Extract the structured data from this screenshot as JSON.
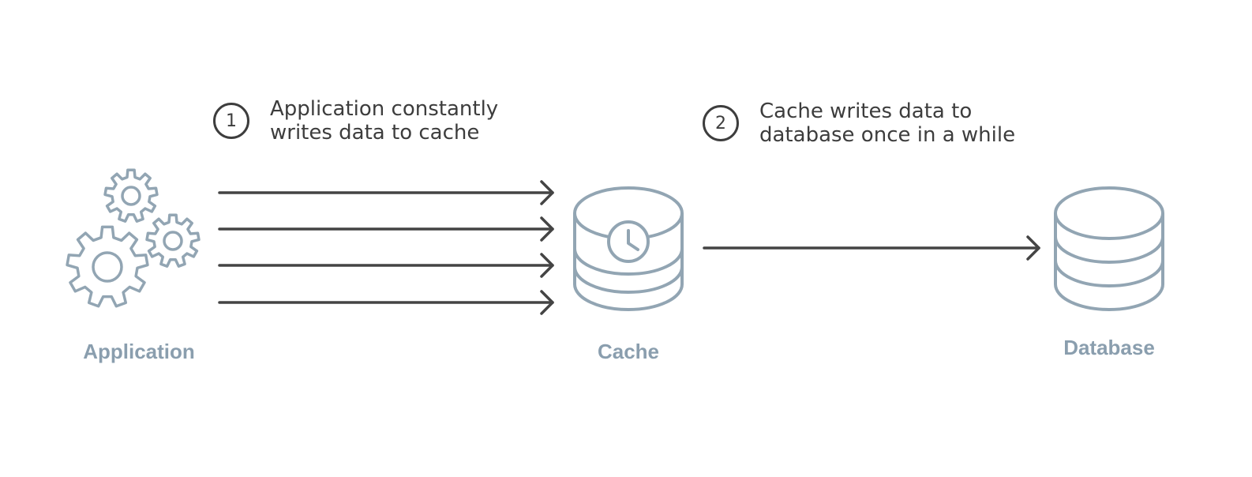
{
  "colors": {
    "icon": "#92a5b3",
    "arrow": "#444444",
    "text": "#3d3d3d",
    "label": "#8a9eae"
  },
  "nodes": {
    "application": {
      "label": "Application",
      "icon": "gears-icon"
    },
    "cache": {
      "label": "Cache",
      "icon": "cache-database-clock-icon"
    },
    "database": {
      "label": "Database",
      "icon": "database-icon"
    }
  },
  "steps": [
    {
      "number": "1",
      "lines": [
        "Application constantly",
        "writes data to cache"
      ]
    },
    {
      "number": "2",
      "lines": [
        "Cache writes data to",
        "database once in a while"
      ]
    }
  ]
}
